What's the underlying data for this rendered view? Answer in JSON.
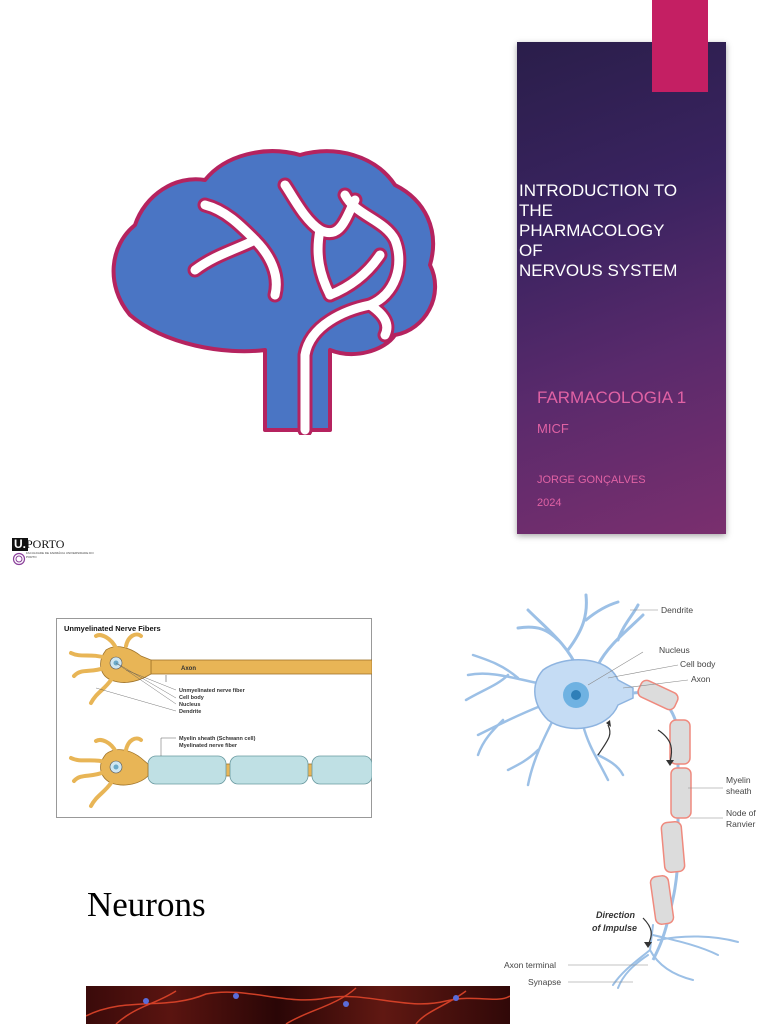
{
  "slide": {
    "title_lines": [
      "INTRODUCTION TO",
      "THE",
      "PHARMACOLOGY",
      "OF",
      "NERVOUS SYSTEM"
    ],
    "subtitle": "FARMACOLOGIA 1",
    "course": "MICF",
    "author": "JORGE GONÇALVES",
    "year": "2024"
  },
  "logo": {
    "u": "U.",
    "name": "PORTO",
    "sub": "FACULDADE DE FARMÁCIA UNIVERSIDADE DO PORTO"
  },
  "fibers_diagram": {
    "heading": "Unmyelinated Nerve Fibers",
    "axon": "Axon",
    "unmyelinated_fiber": "Unmyelinated nerve fiber",
    "cell_body": "Cell body",
    "nucleus": "Nucleus",
    "dendrite": "Dendrite",
    "myelin_sheath": "Myelin sheath (Schwann cell)",
    "myelinated_fiber": "Myelinated nerve fiber"
  },
  "neuron_diagram": {
    "dendrite": "Dendrite",
    "nucleus": "Nucleus",
    "cell_body": "Cell body",
    "axon": "Axon",
    "myelin_1": "Myelin",
    "myelin_2": "sheath",
    "node_1": "Node of",
    "node_2": "Ranvier",
    "direction_1": "Direction",
    "direction_2": "of Impulse",
    "axon_terminal": "Axon terminal",
    "synapse": "Synapse"
  },
  "section_title": "Neurons",
  "colors": {
    "brain_fill": "#4a75c4",
    "brain_outline": "#b5235f",
    "accent": "#c41f63",
    "pink_text": "#e062a4"
  }
}
